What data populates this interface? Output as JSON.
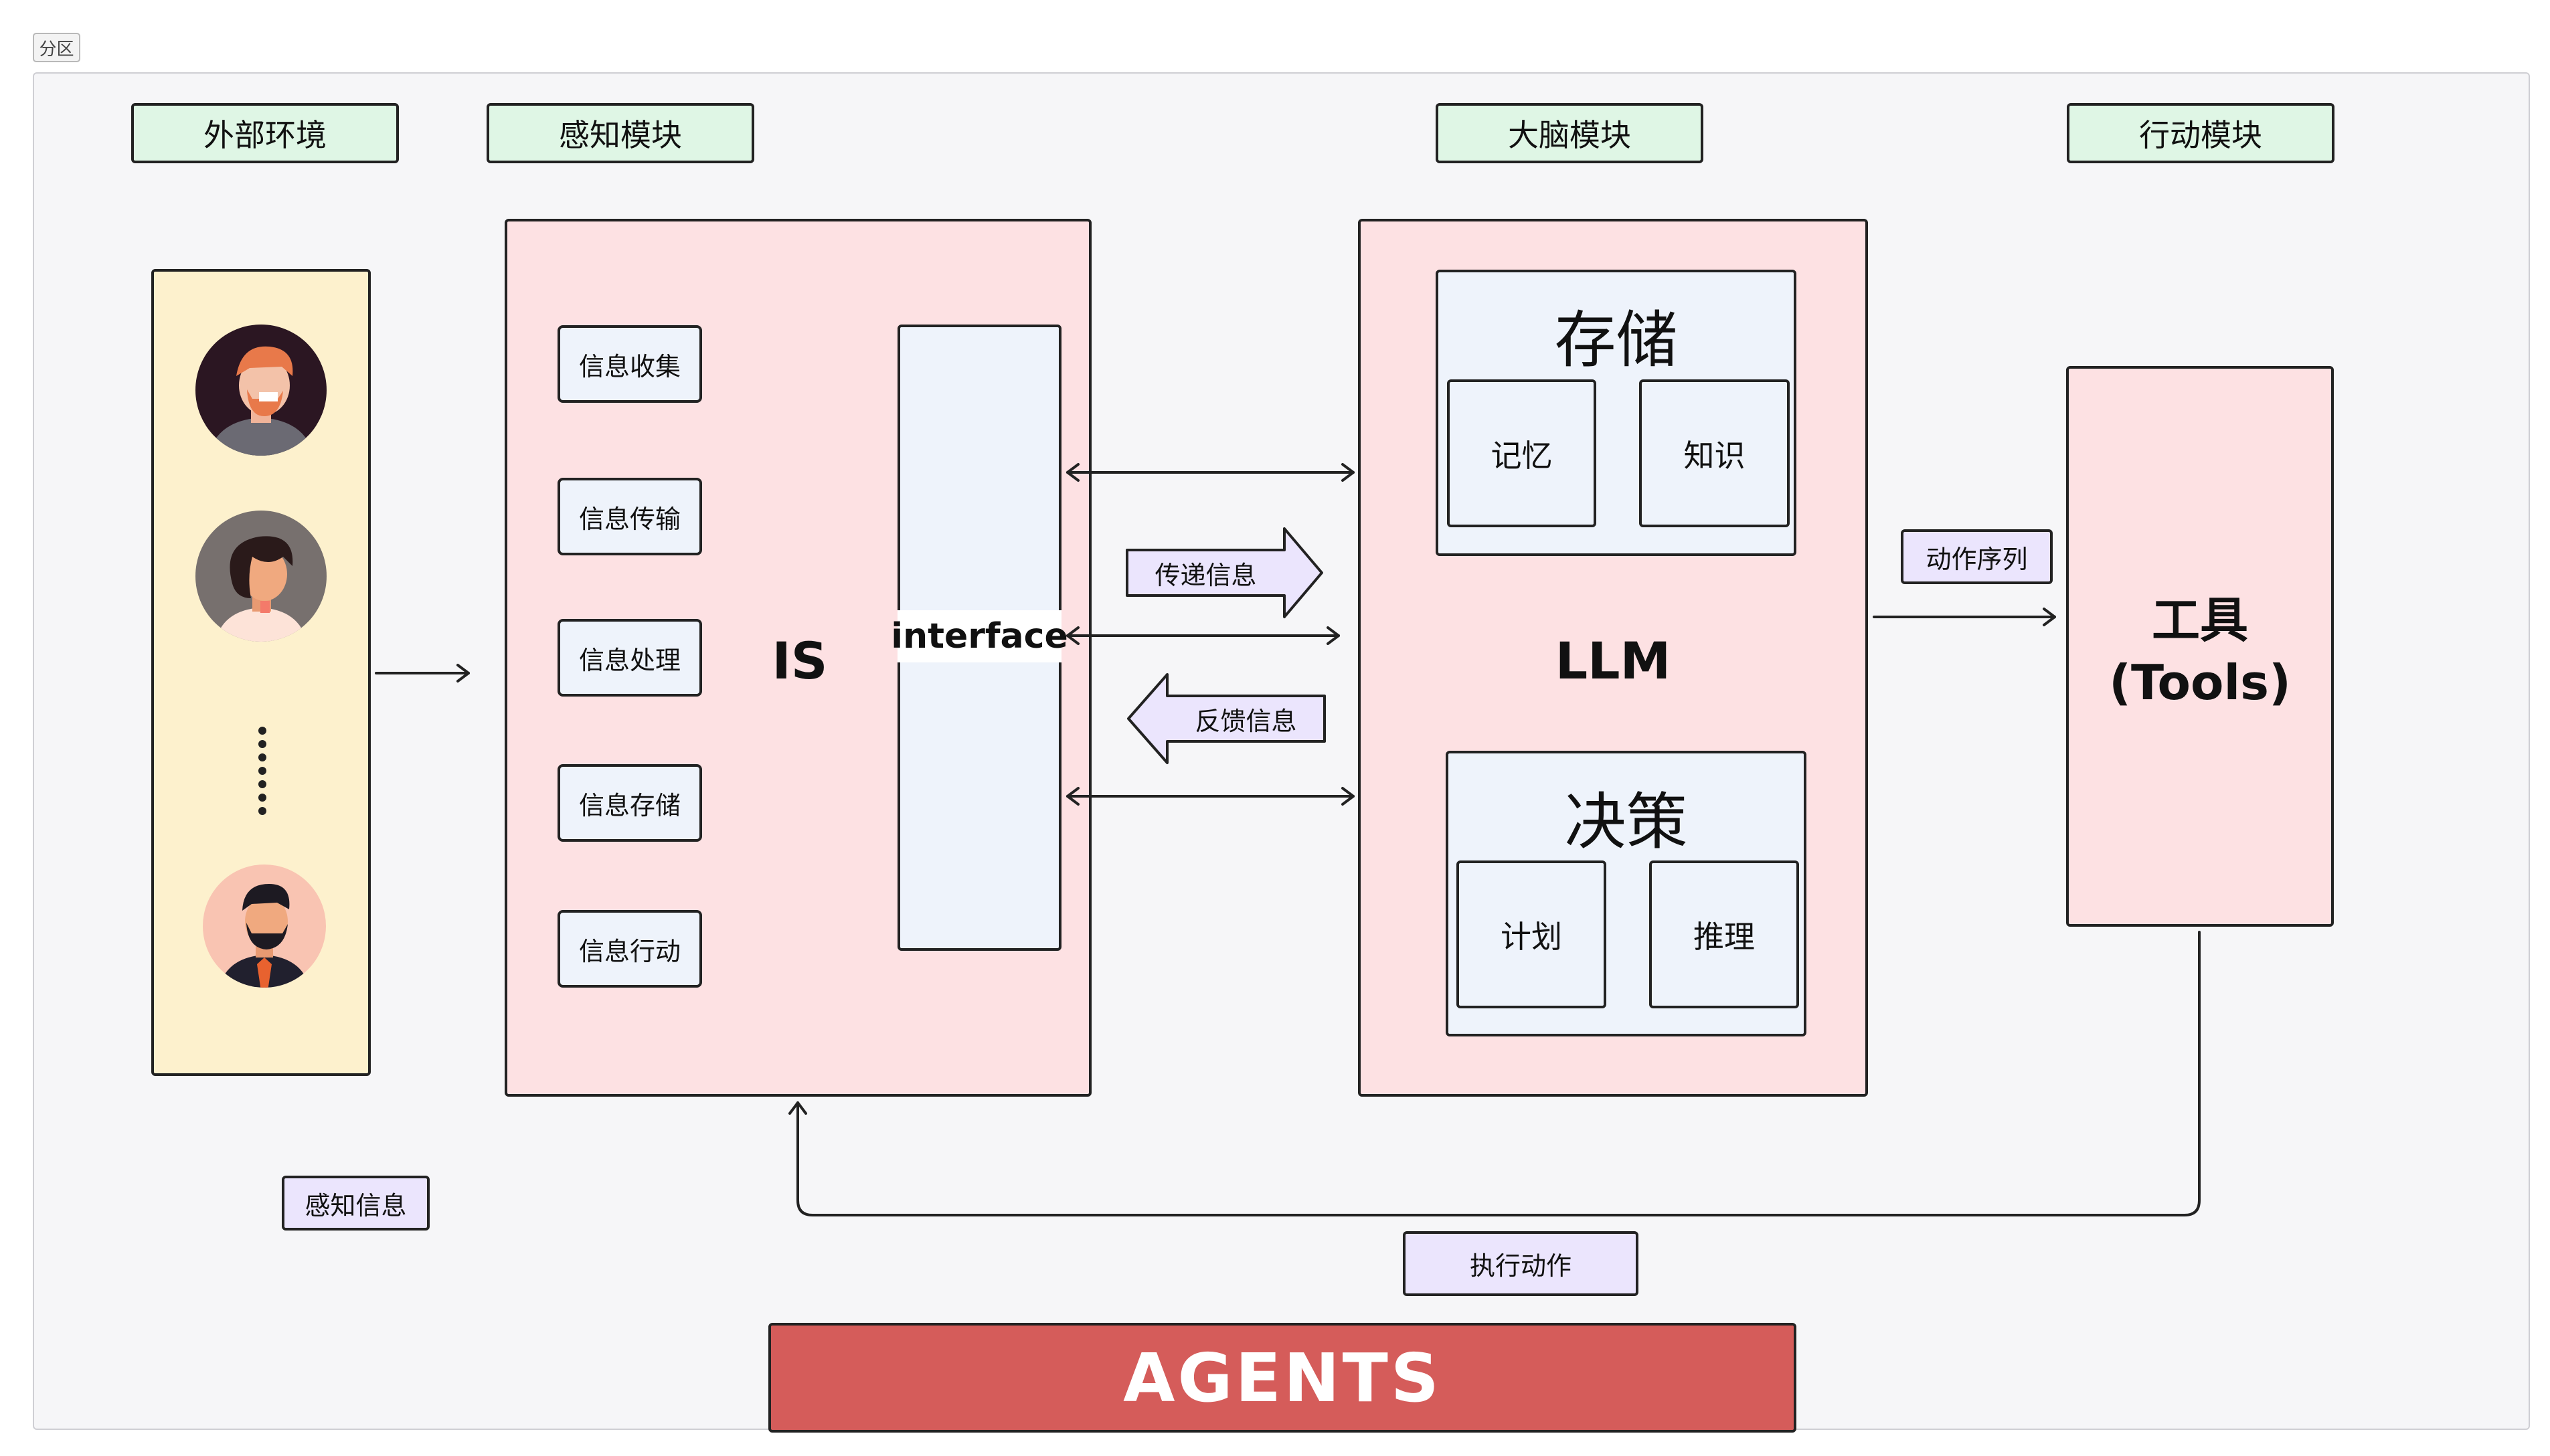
{
  "partition_tag": "分区",
  "sections": {
    "environment": "外部环境",
    "perception": "感知模块",
    "brain": "大脑模块",
    "action": "行动模块"
  },
  "environment": {
    "avatars": [
      "person-avatar-1",
      "person-avatar-2",
      "person-avatar-3"
    ]
  },
  "perception": {
    "items": [
      "信息收集",
      "信息传输",
      "信息处理",
      "信息存储",
      "信息行动"
    ],
    "is_label": "IS",
    "interface_label": "interface"
  },
  "brain": {
    "storage_title": "存储",
    "storage_items": [
      "记忆",
      "知识"
    ],
    "llm_label": "LLM",
    "decision_title": "决策",
    "decision_items": [
      "计划",
      "推理"
    ]
  },
  "action": {
    "tools_label_line1": "工具",
    "tools_label_line2": "(Tools)"
  },
  "flows": {
    "pass_info": "传递信息",
    "feedback_info": "反馈信息",
    "action_sequence": "动作序列",
    "perceive_info": "感知信息",
    "execute_action": "执行动作"
  },
  "footer": {
    "title": "AGENTS"
  },
  "colors": {
    "section_label_bg": "#dff6e5",
    "env_bg": "#fdf1cd",
    "module_bg": "#fde1e3",
    "box_bg": "#eef3fb",
    "tag_bg": "#ebe5fd",
    "agents_bg": "#d55c5a"
  }
}
